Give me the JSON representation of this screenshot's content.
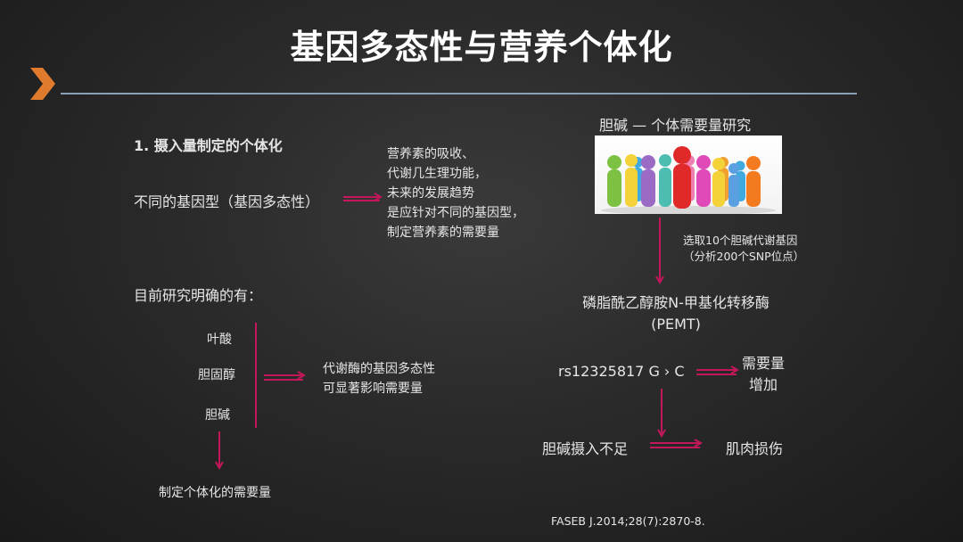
{
  "slide": {
    "title": "基因多态性与营养个体化",
    "accent_color": "#e07b2e",
    "arrow_color": "#c2185b",
    "rule_color": "#8aa0b8"
  },
  "left": {
    "heading": "1. 摄入量制定的个体化",
    "genotype": "不同的基因型（基因多态性）",
    "nutrient_lines": [
      "营养素的吸收、",
      "代谢几生理功能，",
      "未来的发展趋势",
      "是应针对不同的基因型，",
      "制定营养素的需要量"
    ],
    "current_research": "目前研究明确的有：",
    "nutrients": [
      "叶酸",
      "胆固醇",
      "胆碱"
    ],
    "polymorphism_lines": [
      "代谢酶的基因多态性",
      "可显著影响需要量"
    ],
    "individualized": "制定个体化的需要量"
  },
  "right": {
    "heading": "胆碱 — 个体需要量研究",
    "selection_lines": [
      "选取10个胆碱代谢基因",
      "（分析200个SNP位点）"
    ],
    "enzyme_lines": [
      "磷脂酰乙醇胺N-甲基化转移酶",
      "(PEMT)"
    ],
    "snp": "rs12325817  G › C",
    "need_lines": [
      "需要量",
      "增加"
    ],
    "deficiency": "胆碱摄入不足",
    "damage": "肌肉损伤",
    "citation": "FASEB J.2014;28(7):2870-8."
  }
}
